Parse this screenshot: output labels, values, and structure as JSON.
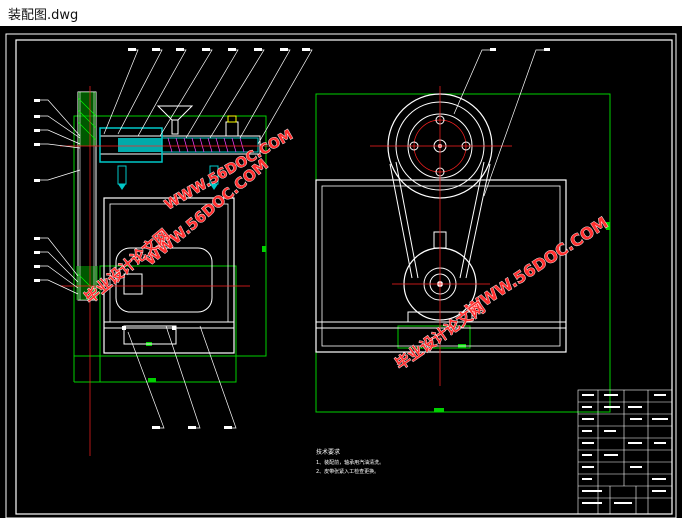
{
  "window": {
    "title": "装配图.dwg"
  },
  "watermark": {
    "site": "WWW.56DOC.COM",
    "name": "毕业设计论文网",
    "color": "#ff3030"
  },
  "notes": {
    "heading": "技术要求",
    "line1": "1、装配前，轴承用汽油清洗。",
    "line2": "2、皮带张紧入工检查更换。"
  },
  "colors": {
    "background": "#000000",
    "outline": "#ffffff",
    "dimension": "#00d000",
    "centerline": "#ff2020",
    "section": "#00c8c8",
    "leader": "#ffffff",
    "hatch": "#ff40ff",
    "accent_yellow": "#ffff00"
  }
}
